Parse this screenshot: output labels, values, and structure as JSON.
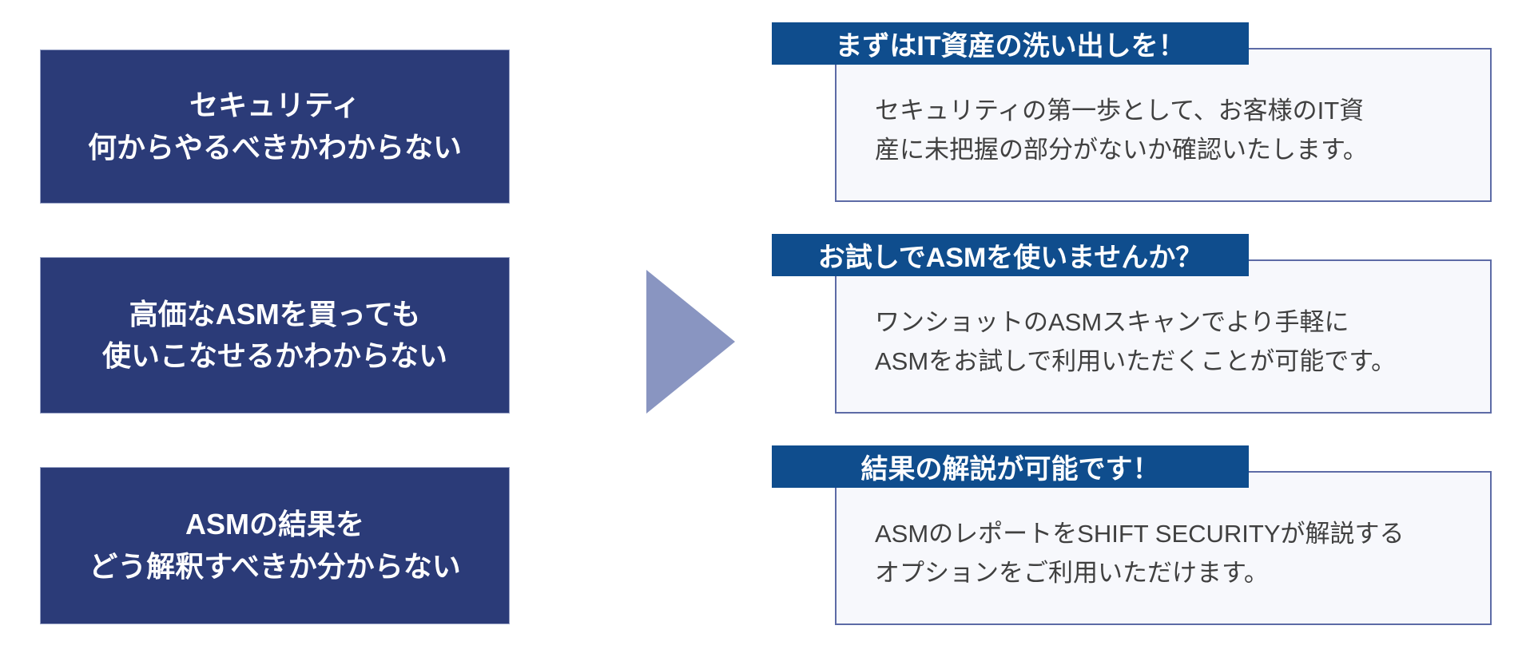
{
  "diagram": {
    "pain_points": [
      {
        "lines": [
          "セキュリティ",
          "何からやるべきかわからない"
        ]
      },
      {
        "lines": [
          "高価なASMを買っても",
          "使いこなせるかわからない"
        ]
      },
      {
        "lines": [
          "ASMの結果を",
          "どう解釈すべきか分からない"
        ]
      }
    ],
    "solutions": [
      {
        "header": "まずはIT資産の洗い出しを！",
        "body_lines": [
          "セキュリティの第一歩として、お客様のIT資",
          "産に未把握の部分がないか確認いたします。"
        ]
      },
      {
        "header": "お試しでASMを使いませんか？",
        "body_lines": [
          "ワンショットのASMスキャンでより手軽に",
          "ASMをお試しで利用いただくことが可能です。"
        ]
      },
      {
        "header": "結果の解説が可能です！",
        "body_lines": [
          "ASMのレポートをSHIFT SECURITYが解説する",
          "オプションをご利用いただけます。"
        ]
      }
    ],
    "colors": {
      "pain_box_bg": "#2b3b78",
      "header_bg": "#0f4d8d",
      "body_bg": "#f7f8fc",
      "body_border": "#5d6ba6",
      "arrow": "#8995c1",
      "body_text": "#404040",
      "white_text": "#ffffff"
    }
  }
}
